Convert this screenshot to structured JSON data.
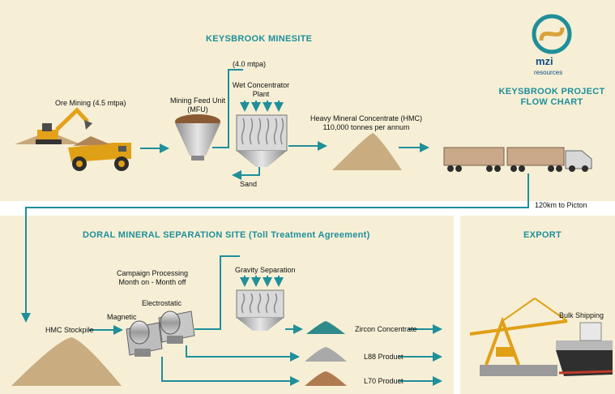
{
  "title": {
    "line1": "KEYSBROOK PROJECT",
    "line2": "FLOW CHART"
  },
  "logo": {
    "name": "mzi",
    "sub": "resources"
  },
  "minesite": {
    "heading": "KEYSBROOK MINESITE",
    "ore_mining": "Ore Mining (4.5 mtpa)",
    "mfu_line1": "Mining Feed Unit",
    "mfu_line2": "(MFU)",
    "rate": "(4.0 mtpa)",
    "wcp_line1": "Wet Concentrator",
    "wcp_line2": "Plant",
    "sand": "Sand",
    "hmc_line1": "Heavy Mineral Concentrate (HMC)",
    "hmc_line2": "110,000 tonnes per annum",
    "transport": "120km to Picton"
  },
  "doral": {
    "heading": "DORAL MINERAL SEPARATION SITE (Toll Treatment Agreement)",
    "stockpile": "HMC Stockpile",
    "campaign_line1": "Campaign Processing",
    "campaign_line2": "Month on - Month off",
    "electrostatic": "Electrostatic",
    "magnetic": "Magnetic",
    "gravity": "Gravity Separation",
    "products": [
      "Zircon Concentrate",
      "L88 Product",
      "L70 Product"
    ]
  },
  "export": {
    "heading": "EXPORT",
    "shipping": "Bulk Shipping"
  },
  "colors": {
    "panel": "#f6efd6",
    "accent": "#1f8f9a",
    "sand": "#cdb68b",
    "zircon": "#2f8a8c",
    "l88": "#a9a9a9",
    "l70": "#b07a50"
  }
}
